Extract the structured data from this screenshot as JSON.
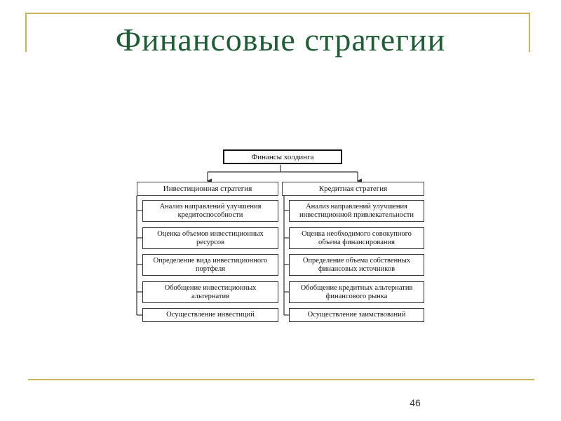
{
  "slide": {
    "title": "Финансовые стратегии",
    "page_number": "46"
  },
  "diagram": {
    "root": "Финансы холдинга",
    "branches": [
      {
        "title": "Инвестиционная стратегия",
        "items": [
          "Анализ направлений улучшения кредитоспособности",
          "Оценка объемов инвестиционных ресурсов",
          "Определение вида инвестиционного портфеля",
          "Обобщение инвестиционных альтернатив",
          "Осуществление инвестиций"
        ]
      },
      {
        "title": "Кредитная стратегия",
        "items": [
          "Анализ направлений улучшения инвестиционной привлекательности",
          "Оценка необходимого совокупного объема финансирования",
          "Определение объема собственных финансовых источников",
          "Обобщение кредитных альтернатив финансового рынка",
          "Осуществление заимствований"
        ]
      }
    ]
  },
  "colors": {
    "title": "#1f5e34",
    "frame": "#c9b458",
    "line": "#333333"
  }
}
